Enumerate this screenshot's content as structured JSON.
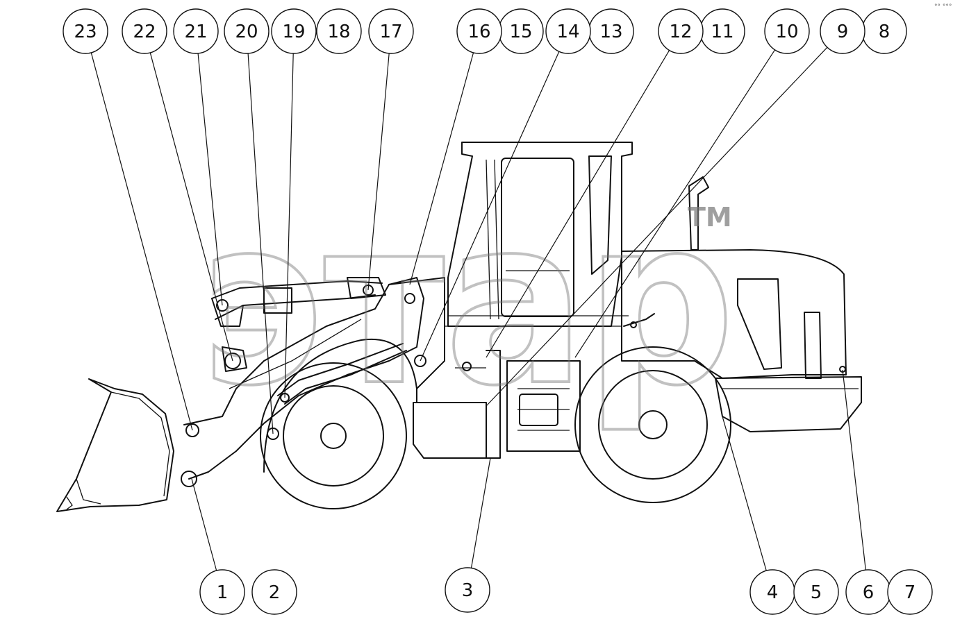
{
  "watermark": {
    "text": "этар",
    "tm": "TM"
  },
  "corner_text": "°° °°°",
  "callouts": [
    {
      "label": "1"
    },
    {
      "label": "2"
    },
    {
      "label": "3"
    },
    {
      "label": "4"
    },
    {
      "label": "5"
    },
    {
      "label": "6"
    },
    {
      "label": "7"
    },
    {
      "label": "8"
    },
    {
      "label": "9"
    },
    {
      "label": "10"
    },
    {
      "label": "11"
    },
    {
      "label": "12"
    },
    {
      "label": "13"
    },
    {
      "label": "14"
    },
    {
      "label": "15"
    },
    {
      "label": "16"
    },
    {
      "label": "17"
    },
    {
      "label": "18"
    },
    {
      "label": "19"
    },
    {
      "label": "20"
    },
    {
      "label": "21"
    },
    {
      "label": "22"
    },
    {
      "label": "23"
    }
  ]
}
